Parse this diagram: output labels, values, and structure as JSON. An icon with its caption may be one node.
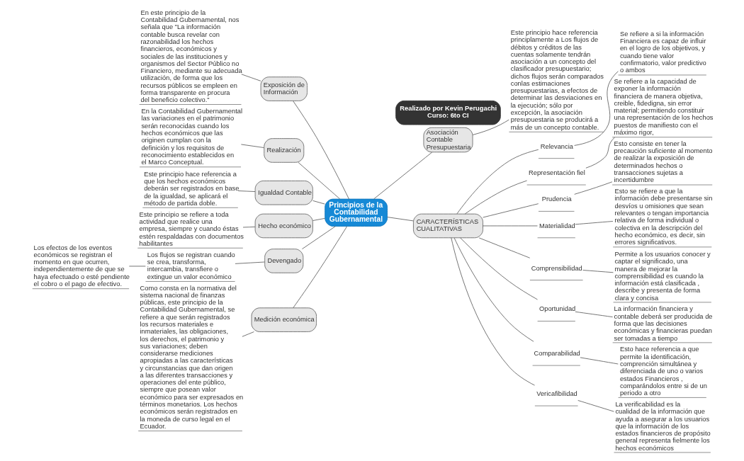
{
  "diagram": {
    "nodes": [
      {
        "text": [
          "Principios de la Contabilidad Gubernamental"
        ]
      },
      {
        "text": [
          "Realizado por Kevin Perugachi",
          "Curso: 6to CI"
        ]
      },
      {
        "text": [
          "Exposición de Información"
        ]
      },
      {
        "text": [
          "En este principio de la Contabilidad Gubernamental, nos señala que \"La información contable busca revelar con razonabilidad los hechos financieros, económicos y sociales de las instituciones y organismos del Sector Público no Financiero, mediante su adecuada utilización, de forma que los recursos públicos se empleen en forma transparente en procura del beneficio colectivo.\""
        ]
      },
      {
        "text": [
          "Realización"
        ]
      },
      {
        "text": [
          "En la Contabilidad Gubernamental las variaciones en el patrimonio serán reconocidas cuando los hechos económicos que las originen cumplan con la definición y los requisitos de reconocimiento establecidos en el Marco Conceptual."
        ]
      },
      {
        "text": [
          "Igualdad Contable"
        ]
      },
      {
        "text": [
          "Este principio hace referencia a que los hechos económicos deberán ser registrados en base de la igualdad, se aplicará el método de partida doble."
        ]
      },
      {
        "text": [
          "Hecho económico"
        ]
      },
      {
        "text": [
          "Este principio se refiere a toda actividad que realice una empresa, siempre y cuando éstas estén respaldadas con documentos habilitantes"
        ]
      },
      {
        "text": [
          "Devengado"
        ]
      },
      {
        "text": [
          "Los flujos se registran cuando se crea, transforma, intercambia, transfiere o extingue un valor económico"
        ]
      },
      {
        "text": [
          "Los efectos de los eventos económicos se registran el momento en que ocurren, independientemente de que se haya efectuado o esté pendiente el cobro o el pago de efectivo."
        ]
      },
      {
        "text": [
          "Medición económica"
        ]
      },
      {
        "text": [
          "Como consta en la normativa del sistema nacional de finanzas públicas, este principio de la Contabilidad Gubernamental, se refiere a que serán registrados los recursos materiales e inmateriales, las obligaciones, los derechos, el patrimonio y sus variaciones; deben considerarse mediciones apropiadas a las características y circunstancias que dan origen a las diferentes transacciones y operaciones del ente público, siempre que posean valor económico para ser expresados en términos monetarios. Los hechos económicos serán registrados en la moneda de curso legal en el Ecuador."
        ]
      },
      {
        "text": [
          "Asociación Contable Presupuestaria"
        ]
      },
      {
        "text": [
          "Este principio hace referencia principlamente a Los flujos de débitos y créditos de las cuentas solamente tendrán asociación a un concepto del clasificador presupuestario; dichos flujos serán comparados conlas estimaciones presupuestarias, a efectos de determinar las desviaciones en la ejecución; sólo por excepción, la asociación presupuestaria se producirá a más de un concepto contable."
        ]
      },
      {
        "text": [
          "CARACTERÍSTICAS CUALITATIVAS"
        ]
      },
      {
        "text": [
          "Relevancia"
        ]
      },
      {
        "text": [
          "Se refiere a si la información Financiera es capaz de influir en el logro de los objetivos, y cuando tiene valor confirmatorio, valor predictivo o ambos"
        ]
      },
      {
        "text": [
          "Representación fiel"
        ]
      },
      {
        "text": [
          "Se refiere a la capacidad de exponer la información financiera de manera objetiva, creible, fidedigna, sin error material; permitiendo constituir una representación de los hechos puestos de manifiesto con el máximo rigor,"
        ]
      },
      {
        "text": [
          "Prudencia"
        ]
      },
      {
        "text": [
          "Esto consiste en tener la precaución suficiente al momento de realizar la exposición de determinados hechos o transacciones sujetas a incertidumbre"
        ]
      },
      {
        "text": [
          "Materialidad"
        ]
      },
      {
        "text": [
          "Esto se refiere a que la información debe presentarse sin desvíos u omisiones que sean relevantes o tengan importancia relativa de forma individual o colectiva en la descripción del hecho económico, es decir, sin errores significativos."
        ]
      },
      {
        "text": [
          "Comprensibilidad"
        ]
      },
      {
        "text": [
          "Permite a los usuarios conocer y captar el significado, una manera de mejorar la comprensibilidad es cuando la información está clasificada , describe y presenta de forma clara y concisa"
        ]
      },
      {
        "text": [
          "Oportunidad"
        ]
      },
      {
        "text": [
          "La información financiera y contable deberá ser producida de forma que las decisiones económicas y financieras puedan ser tomadas a tiempo"
        ]
      },
      {
        "text": [
          "Comparabilidad"
        ]
      },
      {
        "text": [
          "Esto hace referencia a que permite la identificación, comprención simultánea y diferenciada de uno o varios estados Financieros , comparándolos entre si de un periodo a otro"
        ]
      },
      {
        "text": [
          "Vericafibilidad"
        ]
      },
      {
        "text": [
          "La verificabilidad es la cualidad de la información que ayuda a asegurar a los usuarios que la información de los estados financieros de propósito general representa fielmente los hechos económicos"
        ]
      }
    ],
    "edges": [
      {
        "from": 3,
        "to": 2,
        "arrow": "none"
      },
      {
        "from": 2,
        "to": 0,
        "arrow": "none"
      },
      {
        "from": 5,
        "to": 4,
        "arrow": "none"
      },
      {
        "from": 4,
        "to": 0,
        "arrow": "none"
      },
      {
        "from": 7,
        "to": 6,
        "arrow": "none"
      },
      {
        "from": 6,
        "to": 0,
        "arrow": "none"
      },
      {
        "from": 9,
        "to": 8,
        "arrow": "none"
      },
      {
        "from": 8,
        "to": 0,
        "arrow": "none"
      },
      {
        "from": 12,
        "to": 11,
        "arrow": "none"
      },
      {
        "from": 11,
        "to": 10,
        "arrow": "none"
      },
      {
        "from": 10,
        "to": 0,
        "arrow": "none"
      },
      {
        "from": 14,
        "to": 13,
        "arrow": "none"
      },
      {
        "from": 13,
        "to": 0,
        "arrow": "none"
      },
      {
        "from": 0,
        "to": 15,
        "arrow": "none"
      },
      {
        "from": 15,
        "to": 16,
        "arrow": "none"
      },
      {
        "from": 0,
        "to": 17,
        "arrow": "none"
      },
      {
        "from": 17,
        "to": 18,
        "arrow": "none"
      },
      {
        "from": 18,
        "to": 19,
        "arrow": "none"
      },
      {
        "from": 17,
        "to": 20,
        "arrow": "none"
      },
      {
        "from": 20,
        "to": 21,
        "arrow": "none"
      },
      {
        "from": 17,
        "to": 22,
        "arrow": "none"
      },
      {
        "from": 22,
        "to": 23,
        "arrow": "none"
      },
      {
        "from": 17,
        "to": 24,
        "arrow": "none"
      },
      {
        "from": 24,
        "to": 25,
        "arrow": "none"
      },
      {
        "from": 17,
        "to": 26,
        "arrow": "none"
      },
      {
        "from": 26,
        "to": 27,
        "arrow": "none"
      },
      {
        "from": 17,
        "to": 28,
        "arrow": "none"
      },
      {
        "from": 28,
        "to": 29,
        "arrow": "none"
      },
      {
        "from": 17,
        "to": 30,
        "arrow": "none"
      },
      {
        "from": 30,
        "to": 31,
        "arrow": "none"
      },
      {
        "from": 17,
        "to": 32,
        "arrow": "none"
      },
      {
        "from": 32,
        "to": 33,
        "arrow": "none"
      }
    ]
  }
}
